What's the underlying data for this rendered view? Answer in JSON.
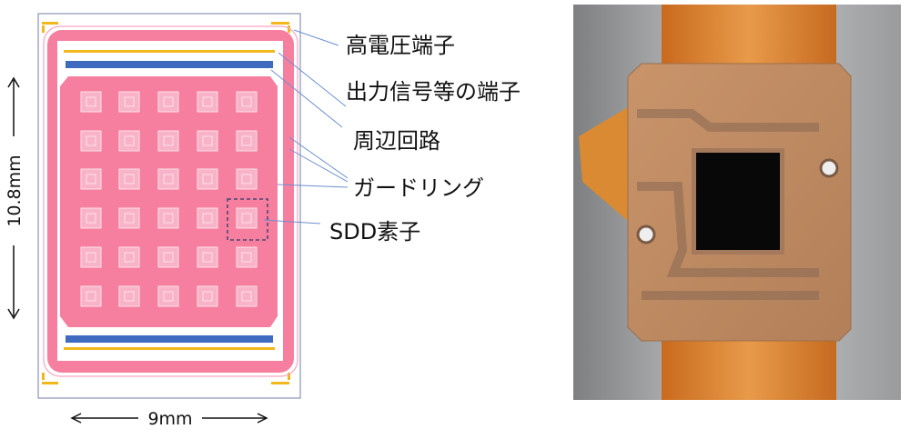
{
  "labels": {
    "high_voltage_terminal": "高電圧端子",
    "output_signal_terminal": "出力信号等の端子",
    "peripheral_circuit": "周辺回路",
    "guard_ring": "ガードリング",
    "sdd_element": "SDD素子"
  },
  "dimensions": {
    "height": "10.8mm",
    "width": "9mm"
  },
  "colors": {
    "pink": "#f67f9f",
    "pad_yellow": "#f2b71a",
    "bar_blue": "#3e6bc0",
    "leader": "#6c8fd0"
  }
}
